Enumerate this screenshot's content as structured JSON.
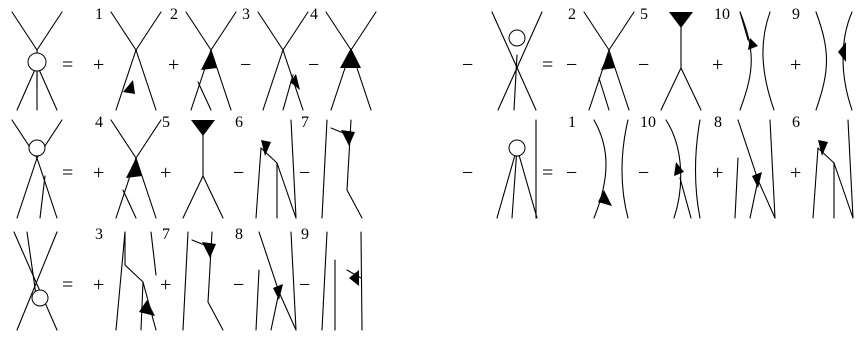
{
  "equations": [
    {
      "id": "row1-left",
      "lhs": "vertex-circle-center",
      "lhs_sign": "",
      "equals": "=",
      "terms": [
        {
          "number": "1",
          "sign": "+",
          "diagram": "y-tri-bottom-left"
        },
        {
          "number": "2",
          "sign": "+",
          "diagram": "y-tri-center"
        },
        {
          "number": "3",
          "sign": "−",
          "diagram": "y-tri-bottom-right"
        },
        {
          "number": "4",
          "sign": "−",
          "diagram": "y-tri-center-wide"
        }
      ]
    },
    {
      "id": "row1-right",
      "lhs": "x-circle-top",
      "lhs_sign": "−",
      "equals": "=",
      "terms": [
        {
          "number": "2",
          "sign": "−",
          "diagram": "y-tri-center-hatched"
        },
        {
          "number": "5",
          "sign": "−",
          "diagram": "y-tri-top-down"
        },
        {
          "number": "10",
          "sign": "+",
          "diagram": "curve-tri-right"
        },
        {
          "number": "9",
          "sign": "+",
          "diagram": "curve-tri-right-b"
        }
      ]
    },
    {
      "id": "row2-left",
      "lhs": "x-circle-top-split",
      "lhs_sign": "",
      "equals": "=",
      "terms": [
        {
          "number": "4",
          "sign": "+",
          "diagram": "y-tri-center"
        },
        {
          "number": "5",
          "sign": "+",
          "diagram": "y-tri-top-down"
        },
        {
          "number": "6",
          "sign": "−",
          "diagram": "slant-tri-top"
        },
        {
          "number": "7",
          "sign": "−",
          "diagram": "slant-tri-top-down"
        }
      ]
    },
    {
      "id": "row2-right",
      "lhs": "fan-circle",
      "lhs_sign": "−",
      "equals": "=",
      "terms": [
        {
          "number": "1",
          "sign": "−",
          "diagram": "curve-tri-bottom"
        },
        {
          "number": "10",
          "sign": "−",
          "diagram": "curve-tri-mid"
        },
        {
          "number": "8",
          "sign": "+",
          "diagram": "slant-tri-mid"
        },
        {
          "number": "6",
          "sign": "+",
          "diagram": "slant-tri-top"
        }
      ]
    },
    {
      "id": "row3-left",
      "lhs": "cross-circle-bottom",
      "lhs_sign": "",
      "equals": "=",
      "terms": [
        {
          "number": "3",
          "sign": "+",
          "diagram": "slant-tri-bottom"
        },
        {
          "number": "7",
          "sign": "+",
          "diagram": "slant-tri-top-down"
        },
        {
          "number": "8",
          "sign": "−",
          "diagram": "slant-tri-mid"
        },
        {
          "number": "9",
          "sign": "−",
          "diagram": "slant-tri-mid-right"
        }
      ]
    }
  ]
}
